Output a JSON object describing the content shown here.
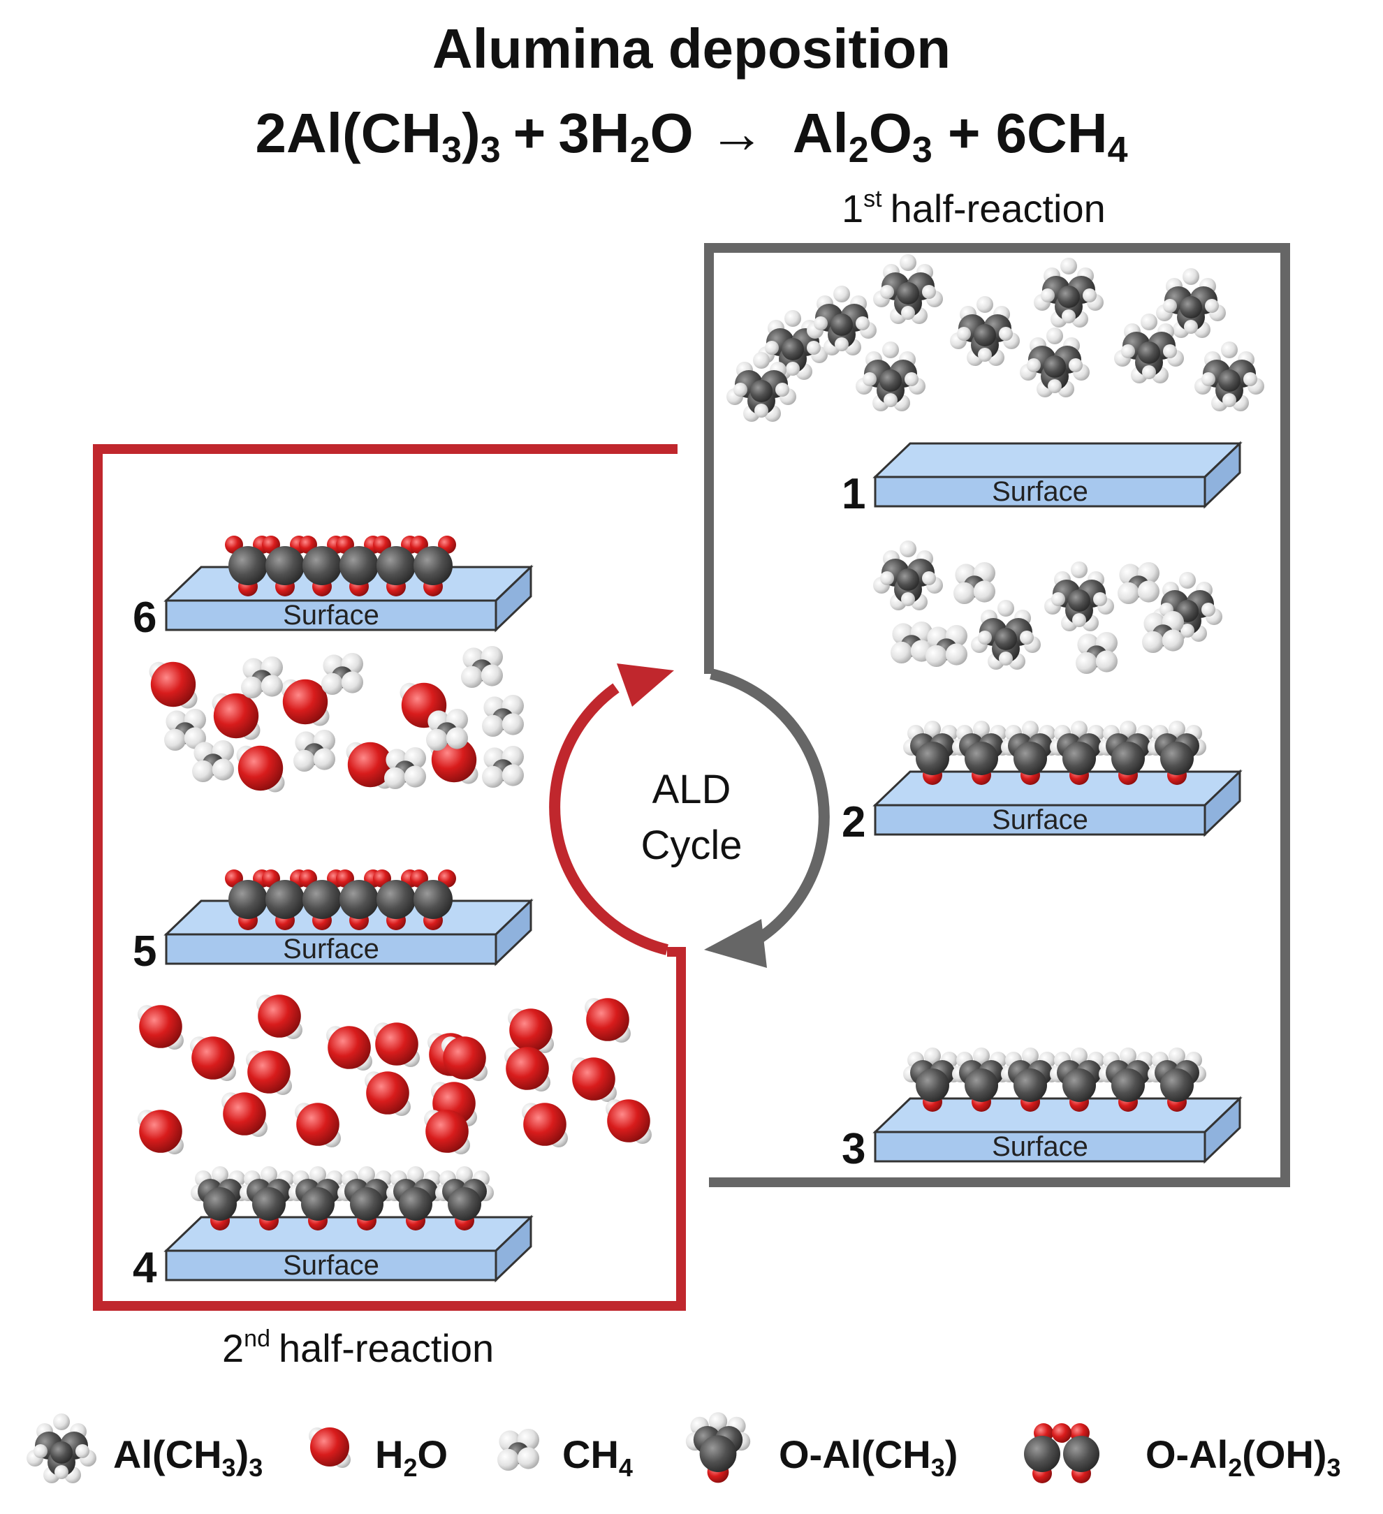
{
  "title": "Alumina deposition",
  "equation": {
    "reactant1_coef": "2Al(CH",
    "reactant1_sub": "3",
    "reactant1_close": ")",
    "reactant1_sub2": "3",
    "plus1": "+",
    "reactant2_coef": "3H",
    "reactant2_sub": "2",
    "reactant2_tail": "O",
    "arrow": "→",
    "product1_a": "Al",
    "product1_sub1": "2",
    "product1_b": "O",
    "product1_sub2": "3",
    "plus2": "+",
    "product2_a": "6CH",
    "product2_sub": "4"
  },
  "half_reaction_1": {
    "num": "1",
    "sup": "st",
    "text": "half-reaction"
  },
  "half_reaction_2": {
    "num": "2",
    "sup": "nd",
    "text": "half-reaction"
  },
  "cycle": {
    "line1": "ALD",
    "line2": "Cycle"
  },
  "surface_label": "Surface",
  "steps": [
    "1",
    "2",
    "3",
    "4",
    "5",
    "6"
  ],
  "legend": [
    {
      "base": "Al(CH",
      "sub": "3",
      "mid": ")",
      "sub2": "3",
      "tail": ""
    },
    {
      "base": "H",
      "sub": "2",
      "mid": "O",
      "sub2": "",
      "tail": ""
    },
    {
      "base": "CH",
      "sub": "4",
      "mid": "",
      "sub2": "",
      "tail": ""
    },
    {
      "base": "O-Al(CH",
      "sub": "3",
      "mid": ")",
      "sub2": "",
      "tail": ""
    },
    {
      "base": "O-Al",
      "sub": "2",
      "mid": "(OH)",
      "sub2": "3",
      "tail": ""
    }
  ],
  "colors": {
    "gray_box": "#666666",
    "red_box": "#c0272d",
    "surface_top": "#bcd8f6",
    "surface_front": "#a7c8ee",
    "surface_side": "#8fb2dd",
    "carbon": "#4a4a4a",
    "oxygen": "#d11a1a",
    "hydrogen": "#e8e8e8"
  },
  "icons": [
    "tma-molecule-icon",
    "water-molecule-icon",
    "methane-molecule-icon",
    "o-al-ch3-icon",
    "o-al2-oh3-icon"
  ]
}
